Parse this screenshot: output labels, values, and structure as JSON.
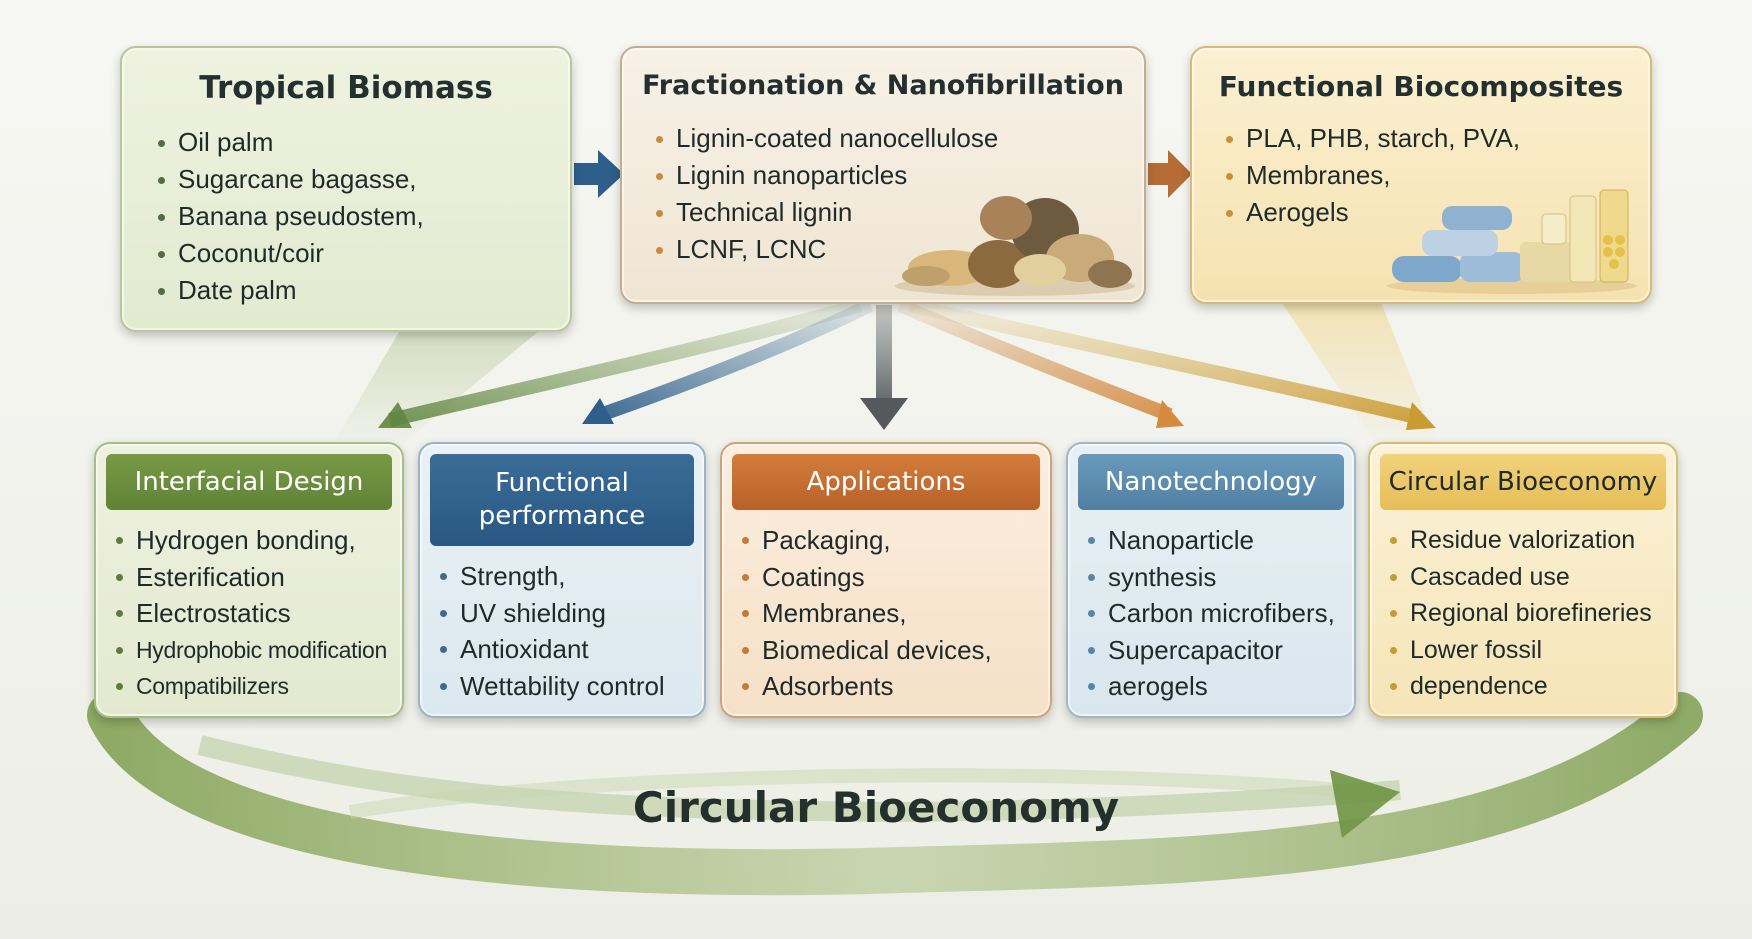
{
  "top_boxes": {
    "biomass": {
      "title": "Tropical Biomass",
      "items": [
        "Oil palm",
        "Sugarcane bagasse,",
        "Banana pseudostem,",
        "Coconut/coir",
        "Date palm"
      ]
    },
    "fractionation": {
      "title": "Fractionation & Nanofibrillation",
      "items": [
        "Lignin-coated nanocellulose",
        "Lignin nanoparticles",
        "Technical lignin",
        "LCNF, LCNC"
      ]
    },
    "biocomposites": {
      "title": "Functional Biocomposites",
      "items": [
        "PLA, PHB, starch, PVA,",
        "Membranes,",
        "Aerogels"
      ]
    }
  },
  "bottom_boxes": {
    "interfacial": {
      "title": "Interfacial Design",
      "items": [
        "Hydrogen bonding,",
        "Esterification",
        "Electrostatics",
        "Hydrophobic modification",
        "Compatibilizers"
      ]
    },
    "functional": {
      "title_line1": "Functional",
      "title_line2": "performance",
      "items": [
        "Strength,",
        "UV shielding",
        "Antioxidant",
        "Wettability control"
      ]
    },
    "applications": {
      "title": "Applications",
      "items": [
        "Packaging,",
        "Coatings",
        "Membranes,",
        "Biomedical devices,",
        "Adsorbents"
      ]
    },
    "nanotech": {
      "title": "Nanotechnology",
      "items": [
        "Nanoparticle",
        "synthesis",
        "Carbon microfibers,",
        "Supercapacitor",
        "aerogels"
      ]
    },
    "circular": {
      "title": "Circular Bioeconomy",
      "items": [
        "Residue valorization",
        "Cascaded use",
        "Regional biorefineries",
        "Lower fossil",
        "dependence"
      ]
    }
  },
  "bottom_label": "Circular Bioeconomy",
  "colors": {
    "green": "#6f9444",
    "blue": "#2f6591",
    "orange": "#c8773a",
    "light_blue": "#6393b6",
    "gold": "#e4bb55",
    "dark_arrow": "#2e4f6e"
  }
}
